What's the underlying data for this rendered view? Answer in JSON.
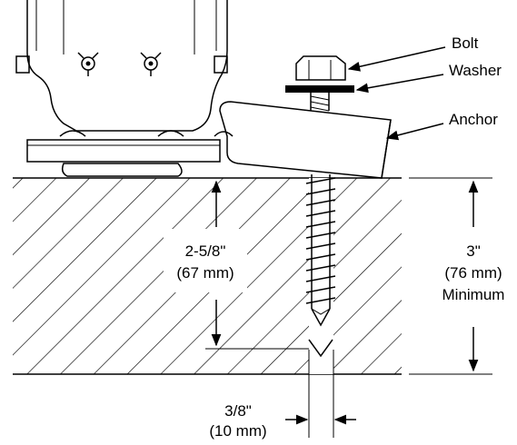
{
  "callouts": {
    "bolt": "Bolt",
    "washer": "Washer",
    "anchor": "Anchor"
  },
  "dimensions": {
    "embed_depth": {
      "imperial": "2-5/8\"",
      "metric": "(67 mm)"
    },
    "concrete_thickness": {
      "imperial": "3\"",
      "metric": "(76 mm)",
      "qualifier": "Minimum"
    },
    "hole_diameter": {
      "imperial": "3/8\"",
      "metric": "(10 mm)"
    }
  },
  "colors": {
    "ink": "#000000",
    "background": "#ffffff"
  }
}
